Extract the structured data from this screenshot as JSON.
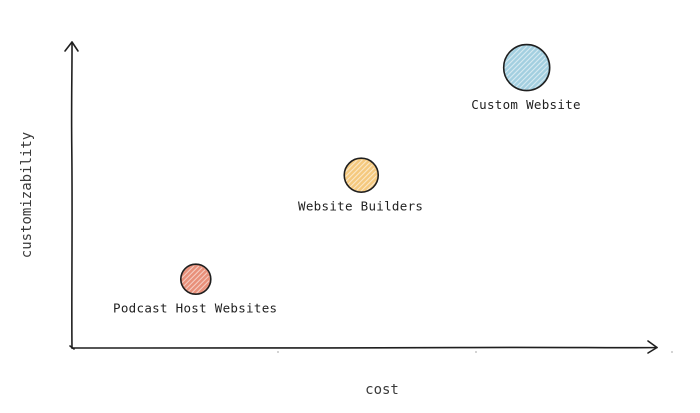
{
  "chart_data": {
    "type": "scatter",
    "xlabel": "cost",
    "ylabel": "customizability",
    "xlim": [
      0,
      3
    ],
    "ylim": [
      0,
      3
    ],
    "grid": false,
    "points": [
      {
        "label": "Podcast Host Websites",
        "x": 0.7,
        "y": 0.77,
        "color": "#e8907a"
      },
      {
        "label": "Website Builders",
        "x": 1.64,
        "y": 1.94,
        "color": "#f5c97e"
      },
      {
        "label": "Custom Website",
        "x": 2.58,
        "y": 3.15,
        "color": "#a3cfe0"
      }
    ]
  }
}
